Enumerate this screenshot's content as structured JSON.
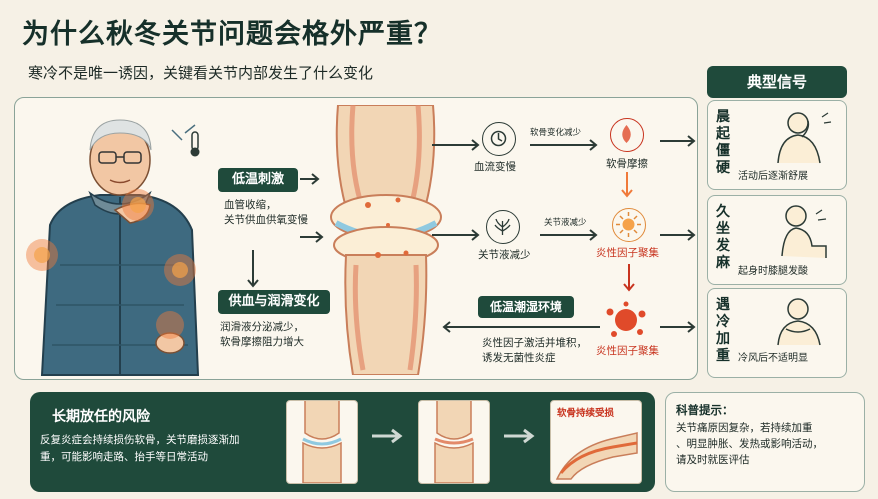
{
  "header": {
    "title": "为什么秋冬关节问题会格外严重？",
    "subtitle": "寒冷不是唯一诱因，关键看关节内部发生了什么变化"
  },
  "flow": {
    "cold_stim": "低温刺激",
    "cold_desc": [
      "血管收缩，",
      "关节供血供氧变慢"
    ],
    "blood_lube": "供血与润滑变化",
    "blood_lube_desc": [
      "润滑液分泌减少，",
      "软骨摩擦阻力增大"
    ],
    "cold_damp": "低温潮湿环境",
    "cold_damp_desc": [
      "炎性因子激活并堆积，",
      "诱发无菌性炎症"
    ],
    "node_flow": "血流变慢",
    "node_flow_note": "软骨变化减少",
    "node_fluid": "关节液减少",
    "node_fluid_note": "关节液减少",
    "node_friction": "软骨摩擦",
    "node_inflam_1": "炎性因子聚集",
    "node_inflam_2": "炎性因子聚集"
  },
  "signals": {
    "title": "典型信号",
    "items": [
      {
        "label": "晨起僵硬",
        "caption": "活动后逐渐舒展"
      },
      {
        "label": "久坐发麻",
        "caption": "起身时膝腿发酸"
      },
      {
        "label": "遇冷加重",
        "caption": "冷风后不适明显"
      }
    ]
  },
  "risk": {
    "title": "长期放任的风险",
    "desc": [
      "反复炎症会持续损伤软骨，关节磨损逐渐加",
      "重，可能影响走路、抬手等日常活动"
    ],
    "stage3_label": "软骨持续受损"
  },
  "tip": {
    "title": "科普提示：",
    "lines": [
      "关节痛原因复杂，若持续加重",
      "、明显肿胀、发热或影响活动，",
      "请及时就医评估"
    ]
  },
  "colors": {
    "accent": "#1f4a3b",
    "alert": "#c8341f",
    "glow": "#f07a3a"
  }
}
